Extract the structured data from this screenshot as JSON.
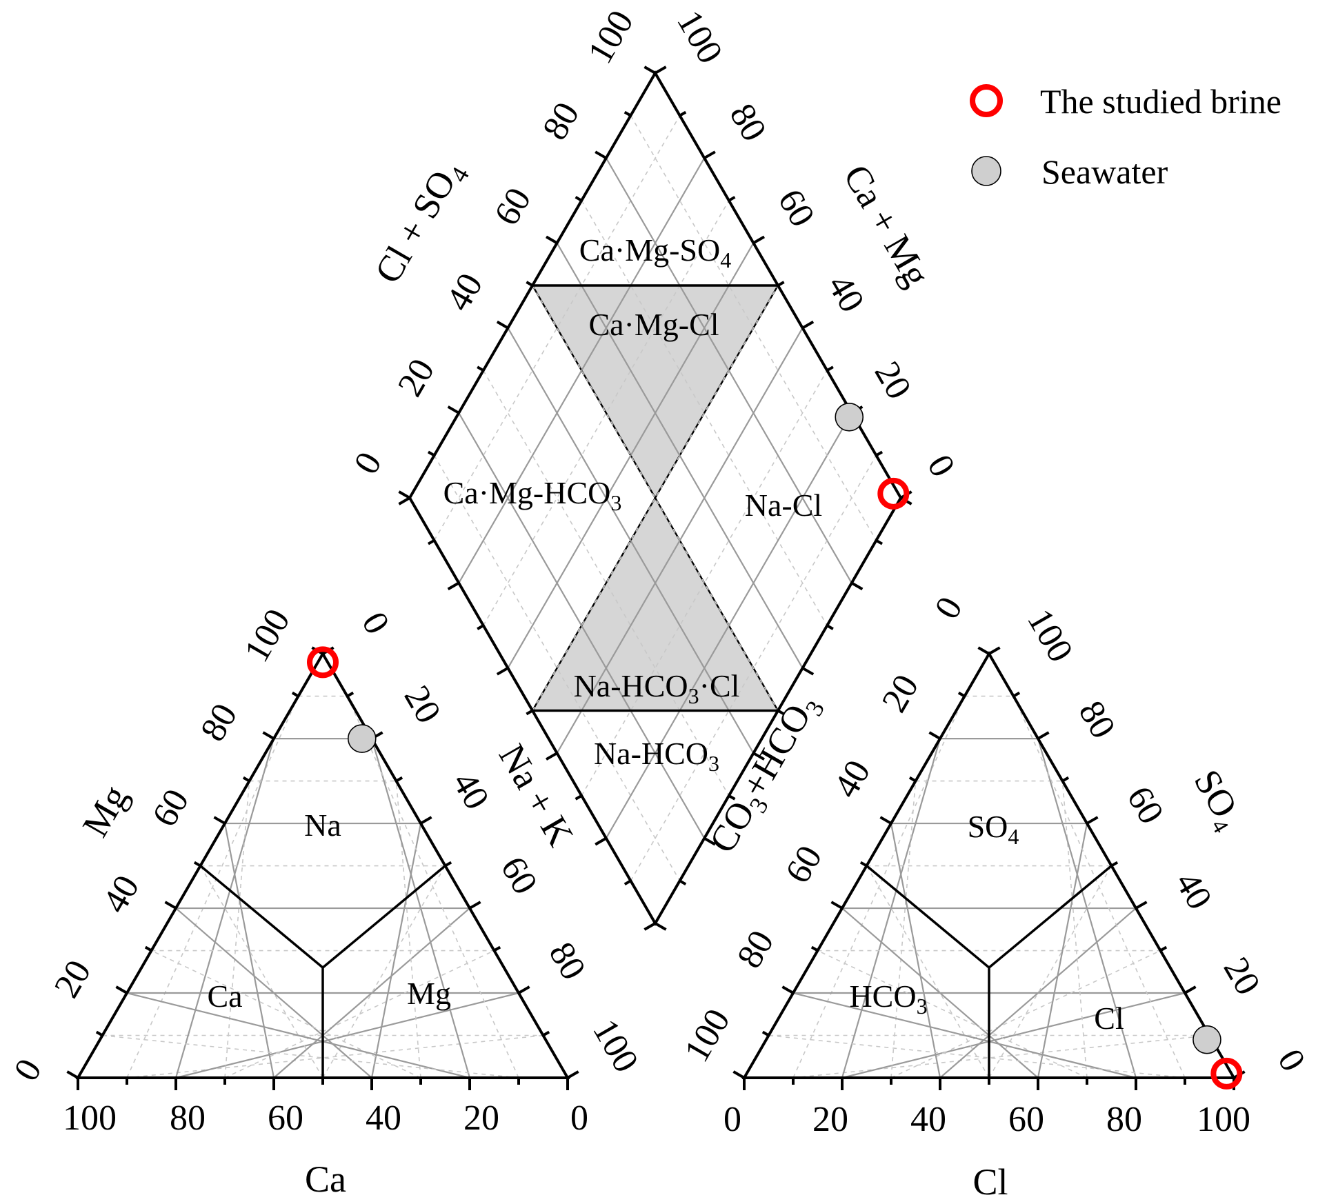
{
  "chart_data": {
    "type": "scatter",
    "subtype": "piper-diagram",
    "legend": {
      "placement": "top-right",
      "entries": [
        {
          "label": "The studied brine",
          "marker": "open-circle",
          "color": "#ff0000"
        },
        {
          "label": "Seawater",
          "marker": "filled-circle",
          "color": "#cfcfcf"
        }
      ]
    },
    "cation_triangle": {
      "axes": {
        "bottom": "Ca",
        "left": "Mg",
        "right": "Na"
      },
      "left_title": "Mg",
      "bottom_title": "Ca",
      "bottom_ticks": [
        "100",
        "80",
        "60",
        "40",
        "20",
        "0"
      ],
      "left_ticks": [
        "0",
        "20",
        "40",
        "60",
        "80",
        "100"
      ],
      "right_ticks": [
        "0",
        "20",
        "40",
        "60",
        "80",
        "100"
      ],
      "zones": [
        "Na",
        "Ca",
        "Mg"
      ]
    },
    "anion_triangle": {
      "axes": {
        "bottom": "Cl",
        "left": "HCO3",
        "right": "SO4"
      },
      "right_title": "SO₄",
      "bottom_title": "Cl",
      "bottom_ticks": [
        "0",
        "20",
        "40",
        "60",
        "80",
        "100"
      ],
      "left_ticks": [
        "100",
        "80",
        "60",
        "40",
        "20",
        "0"
      ],
      "right_ticks": [
        "100",
        "80",
        "60",
        "40",
        "20",
        "0"
      ],
      "zones": {
        "so4_main": "SO",
        "so4_sub": "4",
        "hco3_main": "HCO",
        "hco3_sub": "3",
        "cl": "Cl"
      }
    },
    "diamond": {
      "upper_left_title_main": "Cl + SO",
      "upper_left_title_sub": "4",
      "upper_right_title": "Ca + Mg",
      "lower_left_title": "Na + K",
      "lower_right_title_a": "CO",
      "lower_right_title_sub1": "3",
      "lower_right_title_b": "+HCO",
      "lower_right_title_sub2": "3",
      "upper_left_ticks": [
        "0",
        "20",
        "40",
        "60",
        "80",
        "100"
      ],
      "upper_right_ticks": [
        "100",
        "80",
        "60",
        "40",
        "20",
        "0"
      ],
      "zones": {
        "camg_so4_main": "Ca·Mg-SO",
        "camg_so4_sub": "4",
        "camg_cl": "Ca·Mg-Cl",
        "camg_hco3_main": "Ca·Mg-HCO",
        "camg_hco3_sub": "3",
        "na_cl": "Na-Cl",
        "na_hco3_cl_main": "Na-HCO",
        "na_hco3_cl_sub": "3",
        "na_hco3_cl_tail": "·Cl",
        "na_hco3_main": "Na-HCO",
        "na_hco3_sub": "3"
      }
    },
    "series": [
      {
        "name": "The studied brine",
        "cations_pct": {
          "Ca": 1,
          "Mg": 1,
          "Na_K": 98
        },
        "anions_pct": {
          "Cl": 98,
          "SO4": 1,
          "HCO3_CO3": 1
        }
      },
      {
        "name": "Seawater",
        "cations_pct": {
          "Ca": 2,
          "Mg": 18,
          "Na_K": 80
        },
        "anions_pct": {
          "Cl": 90,
          "SO4": 9,
          "HCO3_CO3": 1
        }
      }
    ]
  }
}
